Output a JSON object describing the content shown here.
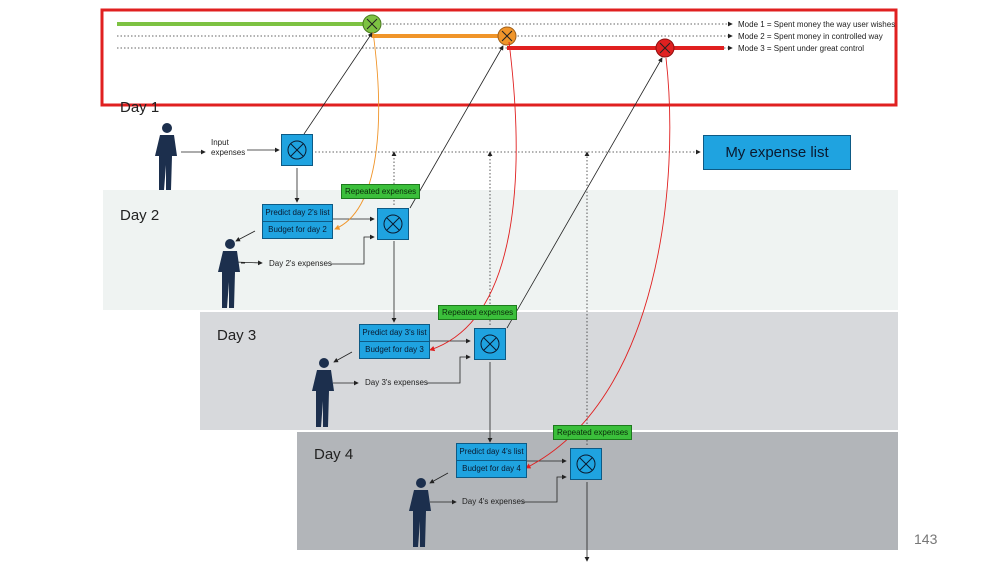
{
  "modes": [
    {
      "text": "Mode 1 = Spent money the way user wishes",
      "color": "#7dc242"
    },
    {
      "text": "Mode 2 = Spent money in controlled way",
      "color": "#f0952a"
    },
    {
      "text": "Mode 3 = Spent under great control",
      "color": "#e02020"
    }
  ],
  "days": [
    {
      "label": "Day 1"
    },
    {
      "label": "Day 2",
      "predict": "Predict day 2's list",
      "budget": "Budget for day 2",
      "expenses": "Day 2's expenses",
      "repeated": "Repeated expenses"
    },
    {
      "label": "Day 3",
      "predict": "Predict day 3's list",
      "budget": "Budget for day 3",
      "expenses": "Day 3's expenses",
      "repeated": "Repeated expenses"
    },
    {
      "label": "Day 4",
      "predict": "Predict day 4's list",
      "budget": "Budget for day 4",
      "expenses": "Day 4's expenses",
      "repeated": "Repeated expenses"
    }
  ],
  "input_expenses": "Input\nexpenses",
  "expense_list": "My expense list",
  "page_number": "143",
  "colors": {
    "box": "#1fa3e0",
    "tag": "#3bbf3b",
    "highlight": "#e02020"
  }
}
